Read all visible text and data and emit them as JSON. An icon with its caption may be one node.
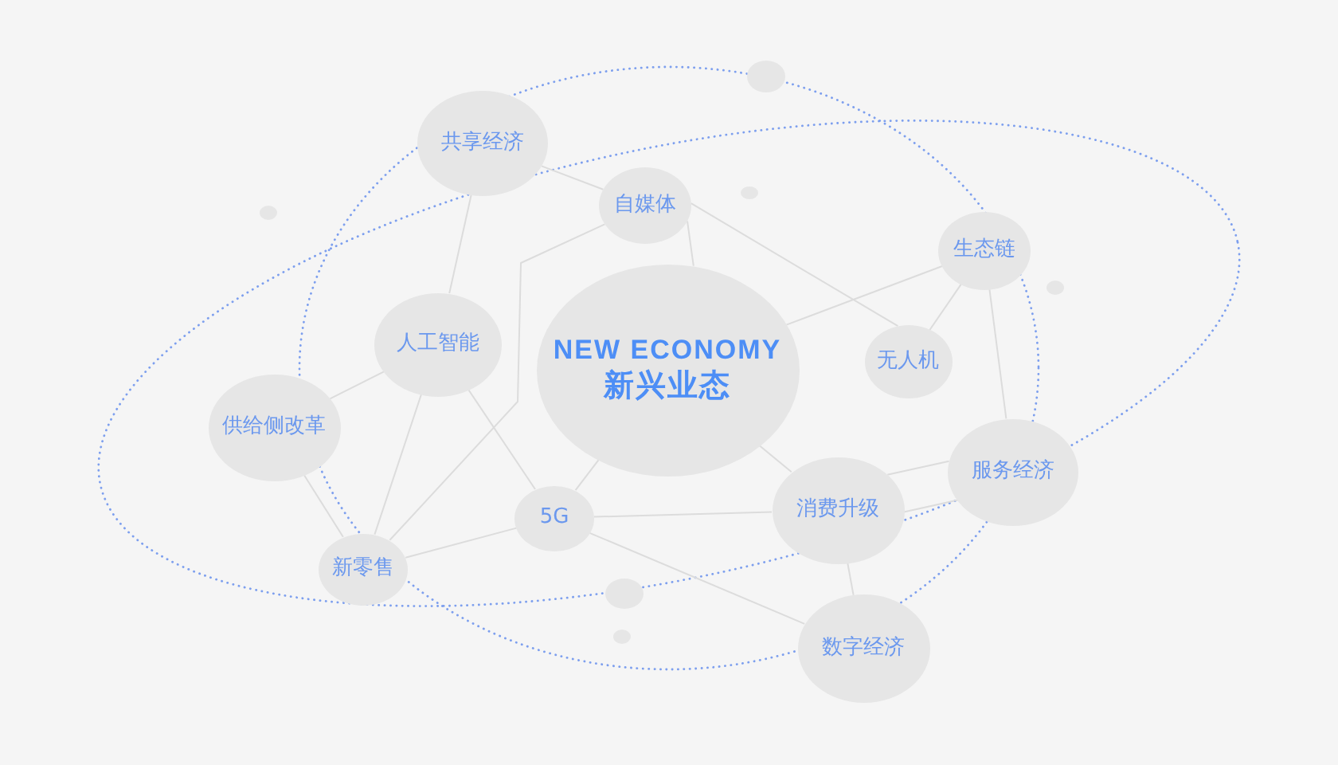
{
  "diagram": {
    "nodes": [
      {
        "text": [
          "共享经济"
        ]
      },
      {
        "text": [
          "自媒体"
        ]
      },
      {
        "text": [
          "生态链"
        ]
      },
      {
        "text": [
          "人工智能"
        ]
      },
      {
        "text": [
          "NEW ECONOMY",
          "新兴业态"
        ]
      },
      {
        "text": [
          "无人机"
        ]
      },
      {
        "text": [
          "供给侧改革"
        ]
      },
      {
        "text": [
          "服务经济"
        ]
      },
      {
        "text": [
          "消费升级"
        ]
      },
      {
        "text": [
          "5G"
        ]
      },
      {
        "text": [
          "新零售"
        ]
      },
      {
        "text": [
          "数字经济"
        ]
      },
      {
        "text": [],
        "shape": "circle"
      },
      {
        "text": [],
        "shape": "circle"
      },
      {
        "text": [],
        "shape": "circle"
      },
      {
        "text": [],
        "shape": "circle"
      },
      {
        "text": [],
        "shape": "circle"
      },
      {
        "text": [],
        "shape": "circle"
      }
    ],
    "edges": [
      {
        "from": 0,
        "to": 1,
        "arrow": "none"
      },
      {
        "from": 0,
        "to": 3,
        "arrow": "none"
      },
      {
        "from": 1,
        "to": 4,
        "arrow": "none"
      },
      {
        "from": 1,
        "to": 5,
        "arrow": "none"
      },
      {
        "from": 1,
        "to": 10,
        "arrow": "none"
      },
      {
        "from": 2,
        "to": 4,
        "arrow": "none"
      },
      {
        "from": 2,
        "to": 5,
        "arrow": "none"
      },
      {
        "from": 2,
        "to": 7,
        "arrow": "none"
      },
      {
        "from": 3,
        "to": 6,
        "arrow": "none"
      },
      {
        "from": 3,
        "to": 10,
        "arrow": "none"
      },
      {
        "from": 3,
        "to": 9,
        "arrow": "none"
      },
      {
        "from": 6,
        "to": 10,
        "arrow": "none"
      },
      {
        "from": 4,
        "to": 9,
        "arrow": "none"
      },
      {
        "from": 4,
        "to": 8,
        "arrow": "none"
      },
      {
        "from": 9,
        "to": 10,
        "arrow": "none"
      },
      {
        "from": 9,
        "to": 8,
        "arrow": "none"
      },
      {
        "from": 9,
        "to": 11,
        "arrow": "none"
      },
      {
        "from": 8,
        "to": 7,
        "arrow": "none"
      },
      {
        "from": 8,
        "to": 7,
        "arrow": "none"
      },
      {
        "from": 8,
        "to": 11,
        "arrow": "none"
      }
    ]
  }
}
